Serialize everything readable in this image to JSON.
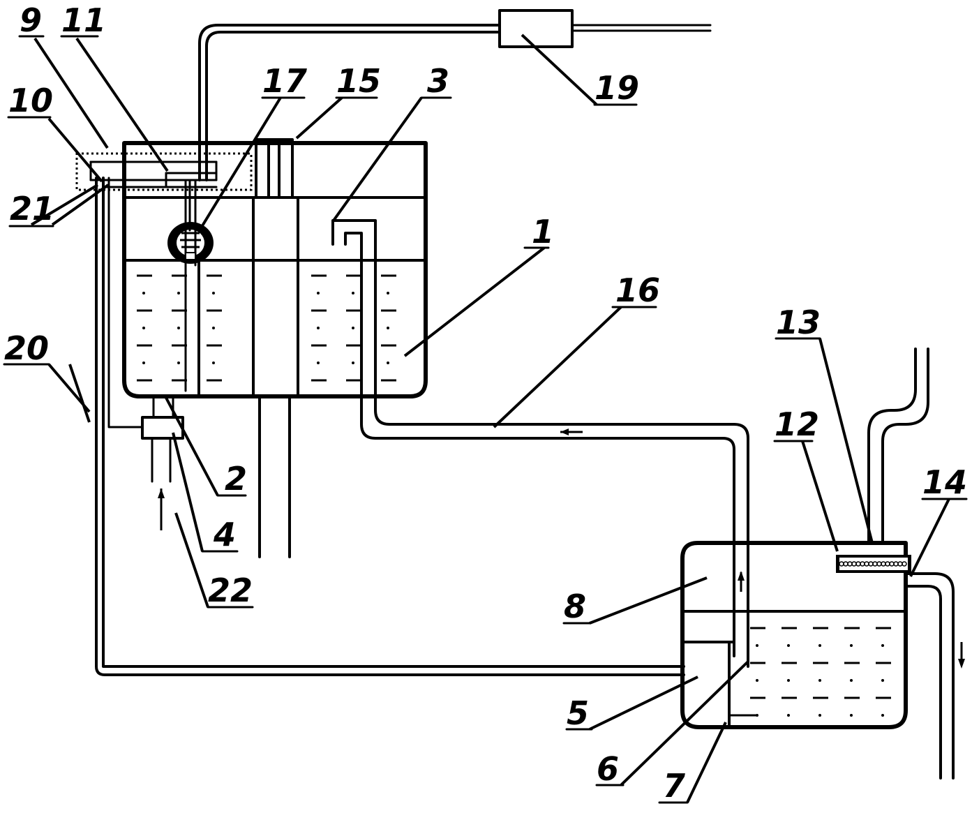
{
  "labels": {
    "n1": "1",
    "n2": "2",
    "n3": "3",
    "n4": "4",
    "n5": "5",
    "n6": "6",
    "n7": "7",
    "n8": "8",
    "n9": "9",
    "n10": "10",
    "n11": "11",
    "n12": "12",
    "n13": "13",
    "n14": "14",
    "n15": "15",
    "n16": "16",
    "n17": "17",
    "n19": "19",
    "n20": "20",
    "n21": "21",
    "n22": "22"
  }
}
